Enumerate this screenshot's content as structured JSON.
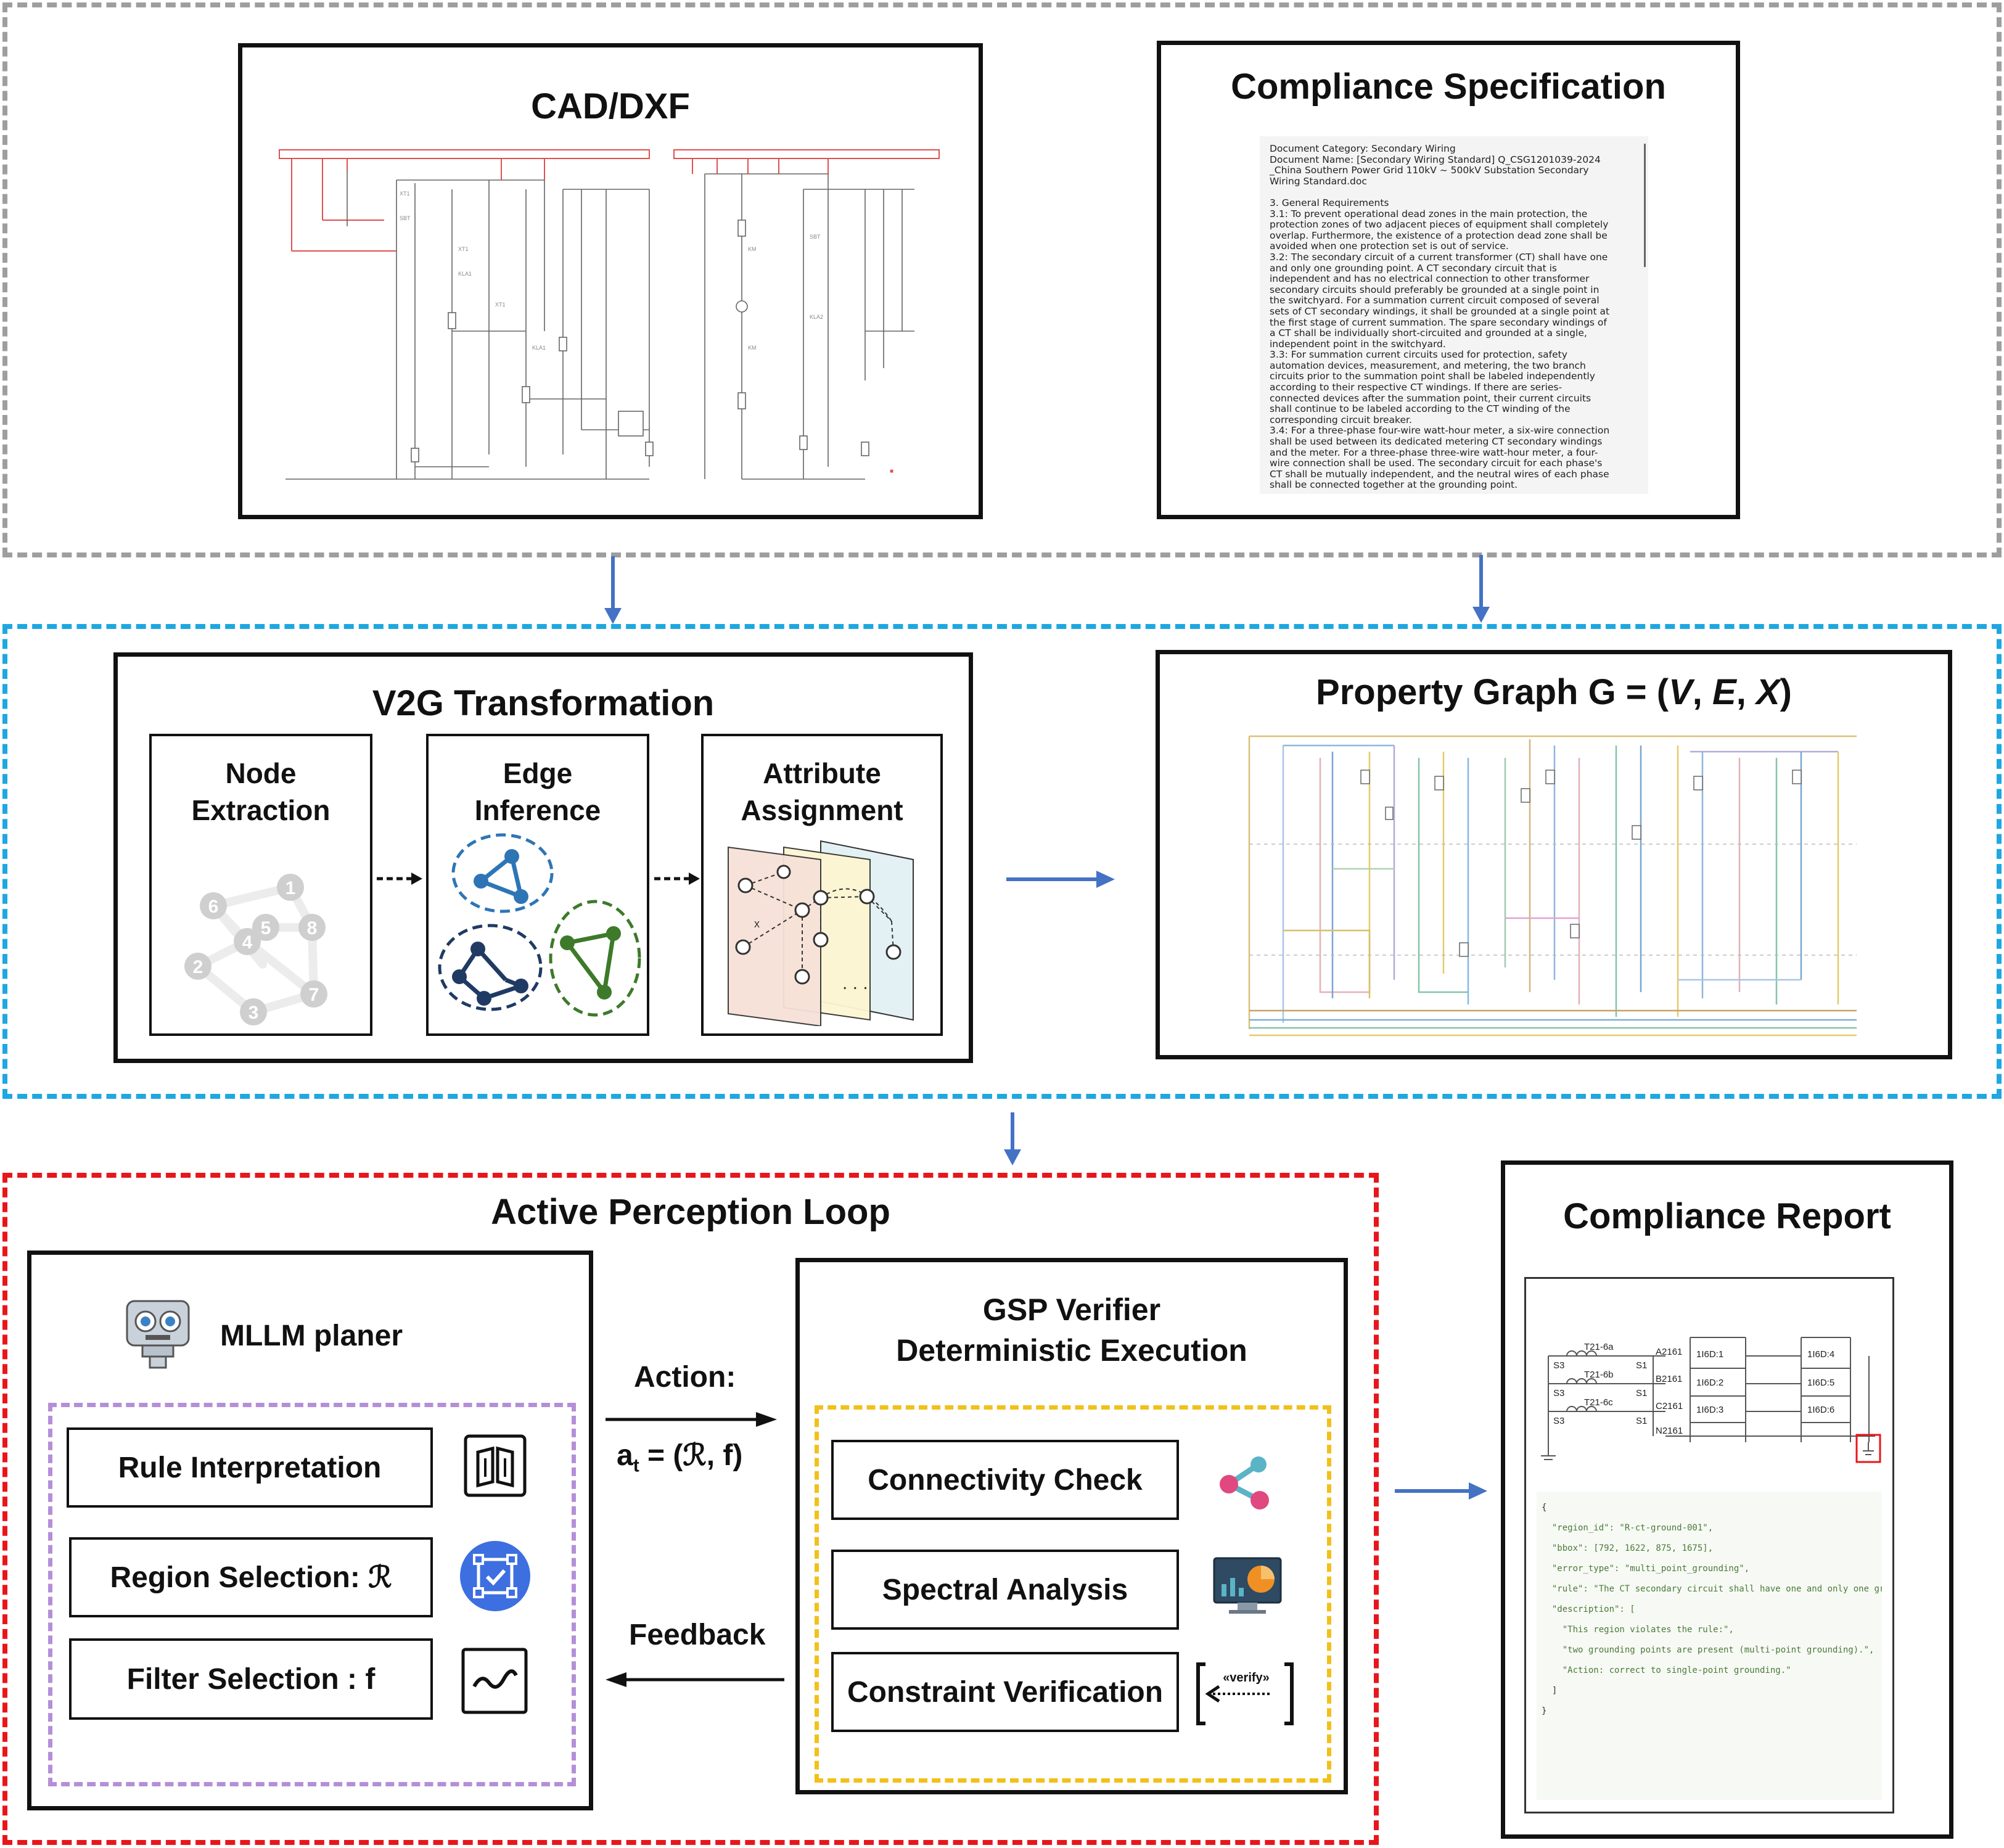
{
  "stage_top": {
    "cad_title": "CAD/DXF",
    "spec_title": "Compliance Specification",
    "spec_document": {
      "text": "Document Category: Secondary Wiring\nDocument Name: [Secondary Wiring Standard] Q_CSG1201039-2024\n_China Southern Power Grid 110kV ~ 500kV Substation Secondary\nWiring Standard.doc\n\n3. General Requirements\n3.1: To prevent operational dead zones in the main protection, the\nprotection zones of two adjacent pieces of equipment shall completely\noverlap. Furthermore, the existence of a protection dead zone shall be\navoided when one protection set is out of service.\n3.2: The secondary circuit of a current transformer (CT) shall have one\nand only one grounding point. A CT secondary circuit that is\nindependent and has no electrical connection to other transformer\nsecondary circuits should preferably be grounded at a single point in\nthe switchyard. For a summation current circuit composed of several\nsets of CT secondary windings, it shall be grounded at a single point at\nthe first stage of current summation. The spare secondary windings of\na CT shall be individually short-circuited and grounded at a single,\nindependent point in the switchyard.\n3.3: For summation current circuits used for protection, safety\nautomation devices, measurement, and metering, the two branch\ncircuits prior to the summation point shall be labeled independently\naccording to their respective CT windings. If there are series-\nconnected devices after the summation point, their current circuits\nshall continue to be labeled according to the CT winding of the\ncorresponding circuit breaker.\n3.4: For a three-phase four-wire watt-hour meter, a six-wire connection\nshall be used between its dedicated metering CT secondary windings\nand the meter. For a three-phase three-wire watt-hour meter, a four-\nwire connection shall be used. The secondary circuit for each phase's\nCT shall be mutually independent, and the neutral wires of each phase\nshall be connected together at the grounding point."
    }
  },
  "stage_middle": {
    "v2g_title": "V2G Transformation",
    "node_extraction": "Node\nExtraction",
    "edge_inference": "Edge\nInference",
    "attribute_assignment": "Attribute\nAssignment",
    "node_labels": [
      "1",
      "2",
      "3",
      "4",
      "5",
      "6",
      "7",
      "8"
    ],
    "property_graph_title_prefix": "Property Graph G = (",
    "property_graph_V": "V",
    "property_graph_E": "E",
    "property_graph_X": "X",
    "property_graph_sep": ", ",
    "property_graph_close": ")"
  },
  "stage_bottom": {
    "loop_title": "Active Perception Loop",
    "planner_title": "MLLM planer",
    "rule_interpretation": "Rule Interpretation",
    "region_selection": "Region Selection: ℛ",
    "filter_selection": "Filter Selection : f",
    "action_label": "Action:",
    "action_formula_a": "a",
    "action_formula_sub": "t",
    "action_formula_rest": " = (ℛ, f)",
    "feedback_label": "Feedback",
    "verifier_title_line1": "GSP Verifier",
    "verifier_title_line2": "Deterministic Execution",
    "connectivity_check": "Connectivity Check",
    "spectral_analysis": "Spectral Analysis",
    "constraint_verification": "Constraint Verification",
    "verify_tag": "«verify»"
  },
  "report": {
    "title": "Compliance Report",
    "wiring_labels": {
      "t21_6a": "T21-6a",
      "t21_6b": "T21-6b",
      "t21_6c": "T21-6c",
      "s3": "S3",
      "s1": "S1",
      "a2161": "A2161",
      "b2161": "B2161",
      "c2161": "C2161",
      "n2161": "N2161",
      "d1": "1I6D:1",
      "d2": "1I6D:2",
      "d3": "1I6D:3",
      "d4": "1I6D:4",
      "d5": "1I6D:5",
      "d6": "1I6D:6"
    },
    "json_lines": [
      "{",
      "  \"region_id\": \"R-ct-ground-001\",",
      "  \"bbox\": [792, 1622, 875, 1675],",
      "  \"error_type\": \"multi_point_grounding\",",
      "  \"rule\": \"The CT secondary circuit shall have one and only one grounding point.\",",
      "  \"description\": [",
      "    \"This region violates the rule:\",",
      "    \"two grounding points are present (multi-point grounding).\",",
      "    \"Action: correct to single-point grounding.\"",
      "  ]",
      "}"
    ]
  },
  "colors": {
    "top_region": "#9e9e9e",
    "middle_region": "#1ea7e1",
    "bottom_region": "#e8161b",
    "planner_region": "#b48fd8",
    "verifier_region": "#f2c01b",
    "arrow_blue": "#4472c4"
  },
  "icons": [
    "robot-icon",
    "book-icon",
    "region-select-icon",
    "wave-filter-icon",
    "share-nodes-icon",
    "dashboard-chart-icon",
    "verify-bracket-icon"
  ]
}
